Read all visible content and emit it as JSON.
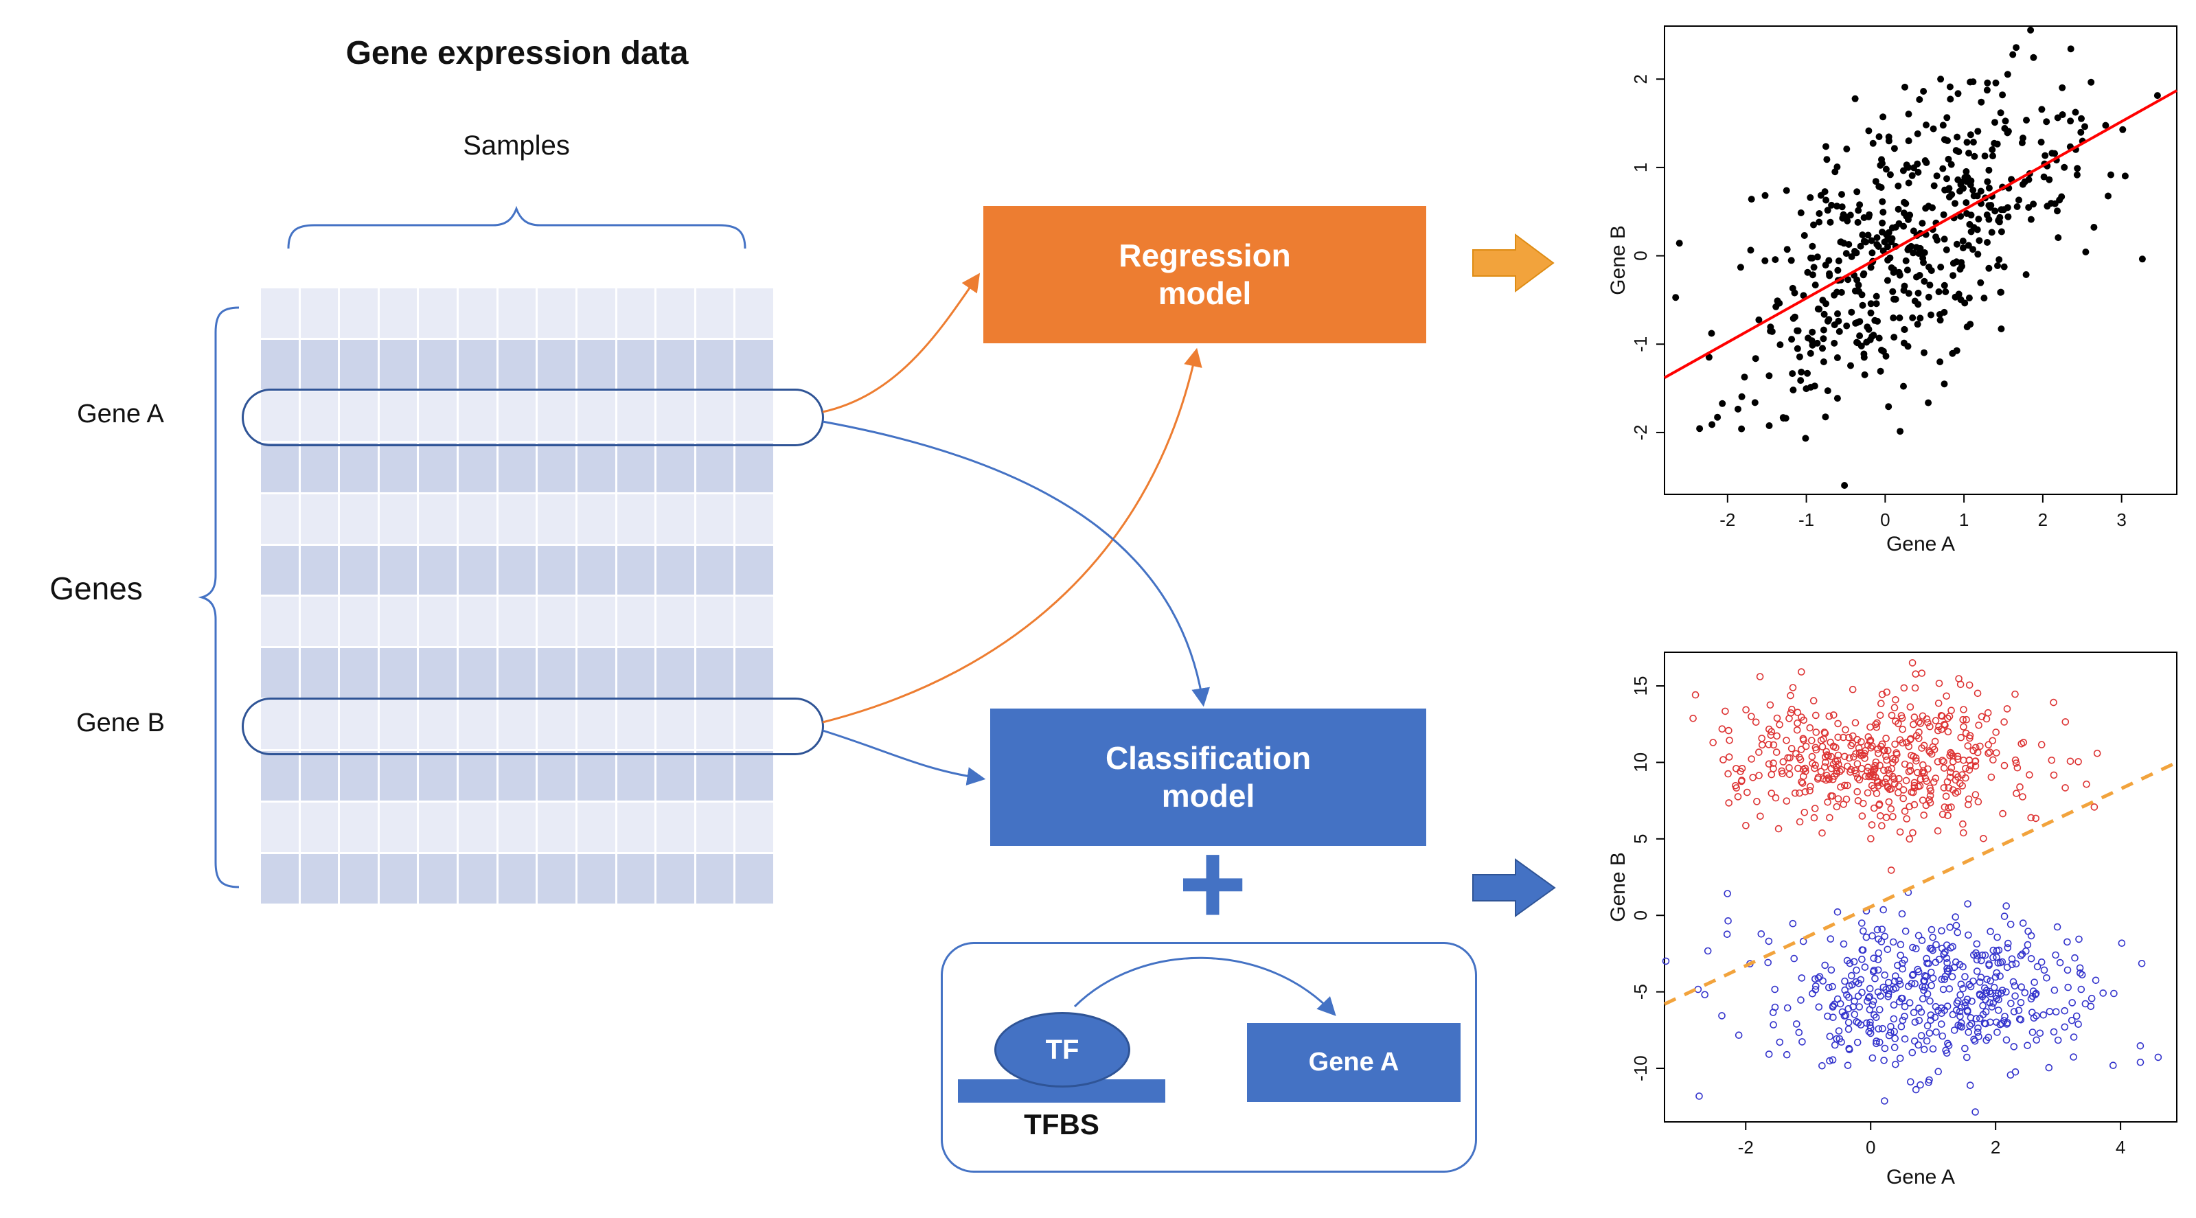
{
  "title": "Gene expression data",
  "matrix_panel": {
    "samples_label": "Samples",
    "genes_label": "Genes",
    "gene_a_label": "Gene A",
    "gene_b_label": "Gene B",
    "rows": 12,
    "cols": 13,
    "row_colors": [
      "#e8ebf6",
      "#ccd4ea"
    ],
    "highlight_outline_color": "#2f5496",
    "brace_color": "#4472C4"
  },
  "models": {
    "regression_label": "Regression\nmodel",
    "classification_label": "Classification\nmodel",
    "plus_label": "+",
    "regression_color": "#ED7D31",
    "classification_color": "#4472C4"
  },
  "tfbs_panel": {
    "tf_label": "TF",
    "tfbs_label": "TFBS",
    "gene_label": "Gene A",
    "accent_color": "#4472C4"
  },
  "flow": {
    "regression_arrow_color": "#ED7D31",
    "classification_arrow_color": "#4472C4",
    "block_arrow_orange": "#F2A33C",
    "block_arrow_blue": "#4472C4"
  },
  "chart_data": [
    {
      "type": "scatter",
      "title": "",
      "xlabel": "Gene A",
      "ylabel": "Gene B",
      "xlim": [
        -2.8,
        3.7
      ],
      "ylim": [
        -2.7,
        2.6
      ],
      "xticks": [
        -2,
        -1,
        0,
        1,
        2,
        3
      ],
      "yticks": [
        -2,
        -1,
        0,
        1,
        2
      ],
      "grid": false,
      "legend": false,
      "series": [
        {
          "name": "expression samples",
          "marker": "filled-circle",
          "color": "#000000",
          "n": 520,
          "seed": 42,
          "x_mean": 0.25,
          "x_sd": 1.15,
          "slope": 0.5,
          "intercept": 0.02,
          "noise_sd": 0.72
        }
      ],
      "lines": [
        {
          "label": "regression-fit-line",
          "color": "#ff0000",
          "width": 4,
          "dash": false,
          "x1": -2.8,
          "y1": -1.38,
          "x2": 3.7,
          "y2": 1.87
        }
      ]
    },
    {
      "type": "scatter",
      "title": "",
      "xlabel": "Gene A",
      "ylabel": "Gene B",
      "xlim": [
        -3.3,
        4.9
      ],
      "ylim": [
        -13.5,
        17.2
      ],
      "xticks": [
        -2,
        0,
        2,
        4
      ],
      "yticks": [
        -10,
        -5,
        0,
        5,
        10,
        15
      ],
      "grid": false,
      "legend": false,
      "series": [
        {
          "name": "class red",
          "marker": "open-circle",
          "color": "#dd3333",
          "n": 480,
          "seed": 7,
          "x_mean": 0.15,
          "x_sd": 1.15,
          "y_mean": 10.2,
          "y_sd": 2.3
        },
        {
          "name": "class blue",
          "marker": "open-circle",
          "color": "#3333cc",
          "n": 480,
          "seed": 13,
          "x_mean": 0.85,
          "x_sd": 1.35,
          "y_mean": -5.2,
          "y_sd": 2.5
        }
      ],
      "lines": [
        {
          "label": "decision-boundary-line",
          "color": "#F2A33C",
          "width": 5,
          "dash": true,
          "x1": -3.3,
          "y1": -5.8,
          "x2": 4.9,
          "y2": 10.0
        }
      ]
    }
  ]
}
